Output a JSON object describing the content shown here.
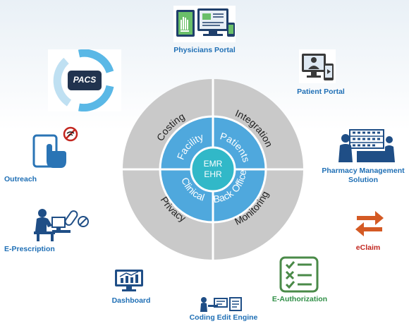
{
  "hub": {
    "center": [
      "EMR",
      "EHR"
    ],
    "inner": [
      "Facility",
      "Patients",
      "Clinical",
      "Back Office"
    ],
    "outer": [
      "Costing",
      "Integration",
      "Privacy",
      "Monitoring"
    ]
  },
  "modules": {
    "physicians_portal": "Physicians Portal",
    "pacs": "PACS",
    "patient_portal": "Patient Portal",
    "outreach": "Outreach",
    "pharmacy_line1": "Pharmacy Management",
    "pharmacy_line2": "Solution",
    "e_prescription": "E-Prescription",
    "eclaim": "eClaim",
    "dashboard": "Dashboard",
    "e_authorization": "E-Authorization",
    "coding_edit_engine": "Coding Edit Engine"
  },
  "colors": {
    "outer_ring": "#c9c9c9",
    "inner_ring": "#4fa8dd",
    "center": "#31b8c8",
    "label_blue": "#1f6fb5",
    "label_red": "#c2261f",
    "label_green": "#2f8f46"
  },
  "icons": {
    "physicians_portal": "devices-icon",
    "pacs": "cycle-icon",
    "patient_portal": "monitor-icon",
    "outreach": "tablet-touch-icon",
    "pharmacy": "pharmacy-icon",
    "e_prescription": "doctor-desk-icon",
    "eclaim": "exchange-arrows-icon",
    "dashboard": "chart-monitor-icon",
    "e_authorization": "checklist-icon",
    "coding_edit_engine": "coding-icon"
  }
}
